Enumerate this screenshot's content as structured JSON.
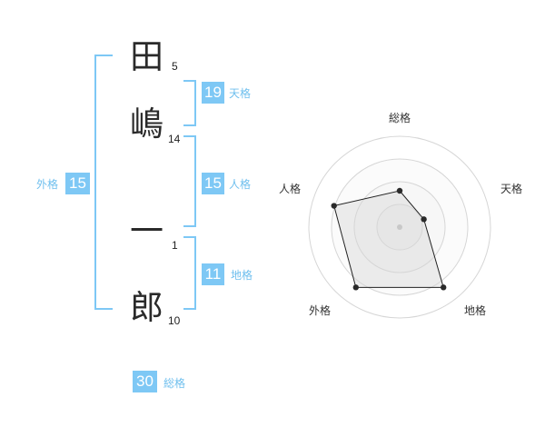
{
  "name_chars": [
    {
      "char": "田",
      "strokes": "5"
    },
    {
      "char": "嶋",
      "strokes": "14"
    },
    {
      "char": "一",
      "strokes": "1"
    },
    {
      "char": "郎",
      "strokes": "10"
    }
  ],
  "fortunes": {
    "tenkaku": {
      "value": "19",
      "label": "天格"
    },
    "jinkaku": {
      "value": "15",
      "label": "人格"
    },
    "chikaku": {
      "value": "11",
      "label": "地格"
    },
    "gaikaku": {
      "value": "15",
      "label": "外格"
    },
    "soukaku": {
      "value": "30",
      "label": "総格"
    }
  },
  "colors": {
    "accent": "#7ec8f5",
    "text": "#2a2a2a"
  },
  "chart_data": {
    "type": "radar",
    "axes": [
      "総格",
      "天格",
      "地格",
      "外格",
      "人格"
    ],
    "values": [
      0.4,
      0.28,
      0.82,
      0.82,
      0.76
    ],
    "rings": 4,
    "grid": true
  }
}
